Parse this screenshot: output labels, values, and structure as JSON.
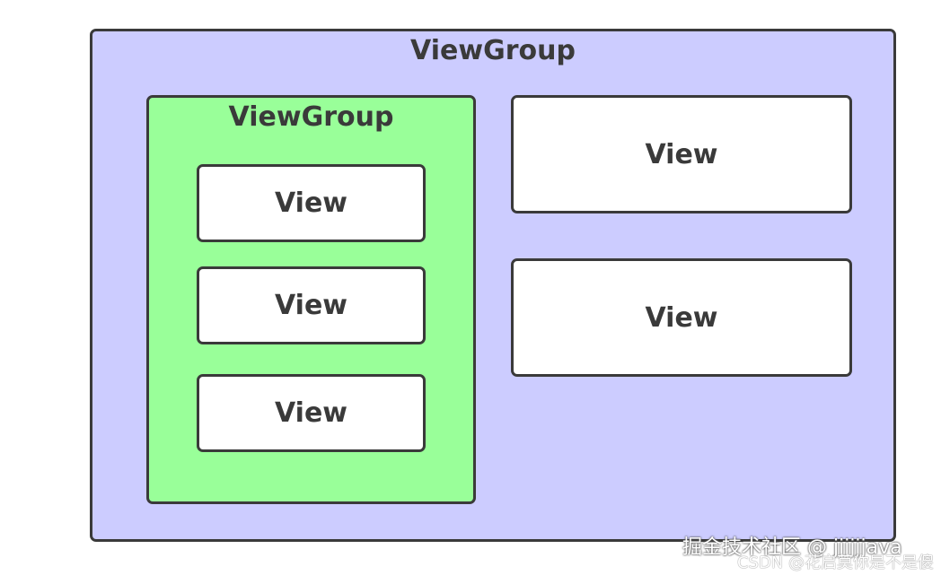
{
  "colors": {
    "outer_fill": "#ccccff",
    "inner_fill": "#99ff99",
    "view_fill": "#ffffff",
    "border": "#3a3a3a"
  },
  "outer_group": {
    "label": "ViewGroup"
  },
  "inner_group": {
    "label": "ViewGroup",
    "views": [
      "View",
      "View",
      "View"
    ]
  },
  "right_views": [
    "View",
    "View"
  ],
  "watermarks": {
    "primary": "掘金技术社区 @ jjjjjjava",
    "secondary": "CSDN @花启莫你是不是傻"
  }
}
